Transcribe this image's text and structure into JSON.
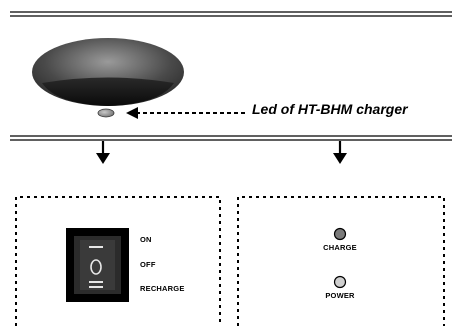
{
  "callout": {
    "text": "Led of HT-BHM charger"
  },
  "switch": {
    "positions": [
      "ON",
      "OFF",
      "RECHARGE"
    ],
    "on_label": "ON",
    "off_label": "OFF",
    "recharge_label": "RECHARGE"
  },
  "leds": {
    "charge_label": "CHARGE",
    "power_label": "POWER",
    "charge_color": "#7a7a7a",
    "power_color": "#cfcfcf"
  }
}
